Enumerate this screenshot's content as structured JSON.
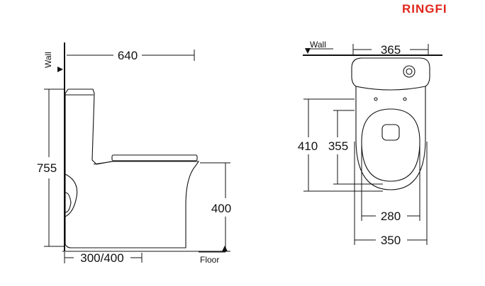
{
  "brand": {
    "logo_text": "RINGFI",
    "color": "#e0251b"
  },
  "side_view": {
    "wall_label": "Wall",
    "floor_label": "Floor",
    "depth": "640",
    "height": "755",
    "seat_height": "400",
    "rough_in": "300/400"
  },
  "top_view": {
    "wall_label": "Wall",
    "tank_width": "365",
    "length_outer": "410",
    "length_inner": "355",
    "bowl_inner_width": "280",
    "bowl_outer_width": "350"
  }
}
